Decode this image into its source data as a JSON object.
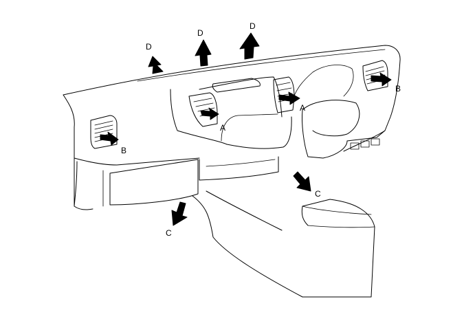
{
  "diagram": {
    "labels": {
      "d1": "D",
      "d2": "D",
      "d3": "D",
      "a_center_left": "A",
      "a_center_right": "A",
      "b_left": "B",
      "b_right": "B",
      "c_left": "C",
      "c_right": "C"
    },
    "colors": {
      "line": "#000000",
      "background": "#ffffff"
    }
  }
}
